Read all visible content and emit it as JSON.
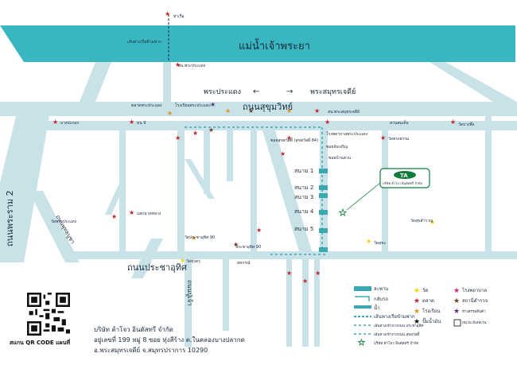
{
  "labels": {
    "river": "แม่น้ำเจ้าพระยา",
    "road_sukhumvit": "ถนนสุขุมวิทย์",
    "road_pracha": "ถนนประชาอุทิศ",
    "road_rama2": "ถนนพระราม 2",
    "road_putbucha": "ถนนพุทธบูชา",
    "road_mahachai": "ถนนปู่เจ้า",
    "dir_left": "พระประแดง",
    "dir_right": "พระสมุทรเจดีย์",
    "arrow_left": "←",
    "arrow_right": "→",
    "ferry_text": "เส้นทางเรือข้ามฟาก",
    "pier": "ท่าเรือ",
    "samnak_phra": "สน.พระประแดง",
    "market_left": "ตลาดพระประแดง",
    "school1": "โรงเรียนพระประแดง",
    "samnak_bangna": "สน.พระสมุทรเจดีย์",
    "temp_suk": "วัดทรงธรรม",
    "hosp": "โรงพยาบาลพระประแดง",
    "soi84": "ซอยสุขสวัสดิ์ (สุขสวัสดิ์ 84)",
    "soi_jap": "ซอยจับเจริญ",
    "soi_sanam": "ซอยบ้านสวน",
    "sanam1": "สนาม 1",
    "sanam2": "สนาม 2",
    "sanam3": "สนาม 3",
    "sanam4": "สนาม 4",
    "sanam5": "สนาม 5",
    "wat_right": "วัดสุขสำราญ",
    "wat_bottom": "วัดสุขะ",
    "bangpu": "วัดบางพึ่ง",
    "market_right": "สวนสมเด็จ",
    "wat_pracha": "วัดประชาอุทิศ 90",
    "wat_tung": "วัดทุ่งครุ",
    "pracha90": "ประชาอุทิศ 90",
    "bang_pakok": "บางปะกอก",
    "tn9": "ทน 9",
    "wat_khanon": "วัดพระประแดง",
    "kamnan": "แยกนาคหลวง",
    "cooperation": "สหกรณ์",
    "ta_logo": "TA",
    "ta_caption": "บริษัท ต้าโจว อินดัสทรี จำกัด"
  },
  "company": {
    "name": "บริษัท ต้าโจว อินดัสทรี จำกัด",
    "addr1": "อยู่เลขที่ 199 หมู่ 8 ซอย ทุ่งสีร้าง ต.ในคลองบางปลากด",
    "addr2": "อ.พระสมุทรเจดีย์ จ.สมุทรปราการ 10290"
  },
  "qr_caption": "สแกน QR CODE แผนที่",
  "legend": [
    {
      "key": "toll",
      "text": "สะพาน",
      "icon": "bridge-icon"
    },
    {
      "key": "uturn",
      "text": "กลับรถ",
      "icon": "uturn-icon"
    },
    {
      "key": "water",
      "text": "น้ำ",
      "icon": "water-icon"
    },
    {
      "key": "ferry",
      "text": "เส้นทางเรือข้ามฟาก",
      "icon": "ferry-icon"
    },
    {
      "key": "route1",
      "text": "เส้นทางเข้าจากถนน ประชาอุทิศ",
      "icon": "route-icon"
    },
    {
      "key": "route2",
      "text": "เส้นทางเข้าจากถนน สุขสวัสดิ์",
      "icon": "route-icon"
    },
    {
      "key": "company",
      "text": "บริษัท ต้าโจว อินดัสทรี จำกัด",
      "icon": "star-outline-icon"
    },
    {
      "key": "temple",
      "text": "วัด",
      "icon": "star-yellow-icon"
    },
    {
      "key": "market",
      "text": "ตลาด",
      "icon": "star-red-icon"
    },
    {
      "key": "school",
      "text": "โรงเรียน",
      "icon": "star-orange-icon"
    },
    {
      "key": "gas",
      "text": "ปั๊มน้ำมัน",
      "icon": "star-black-icon"
    },
    {
      "key": "hospital",
      "text": "โรงพยาบาล",
      "icon": "star-pink-icon"
    },
    {
      "key": "police",
      "text": "สถานีตำรวจ",
      "icon": "star-brown-icon"
    },
    {
      "key": "shop",
      "text": "ห้างสรรพสินค้า",
      "icon": "star-purple-icon"
    },
    {
      "key": "store",
      "text": "เซเว่น อีเลฟเว่น",
      "icon": "seven-icon"
    }
  ],
  "colors": {
    "river": "#39b6c0",
    "road": "#c9e2e8",
    "ta": "#0e7d3a",
    "route": "#3aa8b1",
    "market": "#c0272d"
  }
}
